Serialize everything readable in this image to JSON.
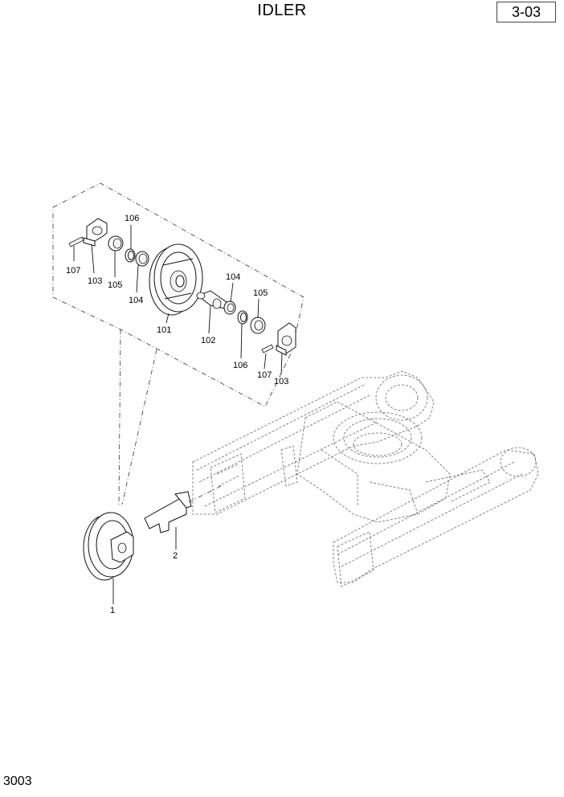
{
  "header": {
    "title": "IDLER",
    "page_ref": "3-03"
  },
  "footer": {
    "code": "3003"
  },
  "callouts": {
    "c106_top": "106",
    "c107_left": "107",
    "c103_left": "103",
    "c105_left": "105",
    "c104_left": "104",
    "c101": "101",
    "c104_right": "104",
    "c105_right": "105",
    "c102": "102",
    "c106_right": "106",
    "c107_right": "107",
    "c103_right": "103",
    "c2": "2",
    "c1": "1"
  }
}
